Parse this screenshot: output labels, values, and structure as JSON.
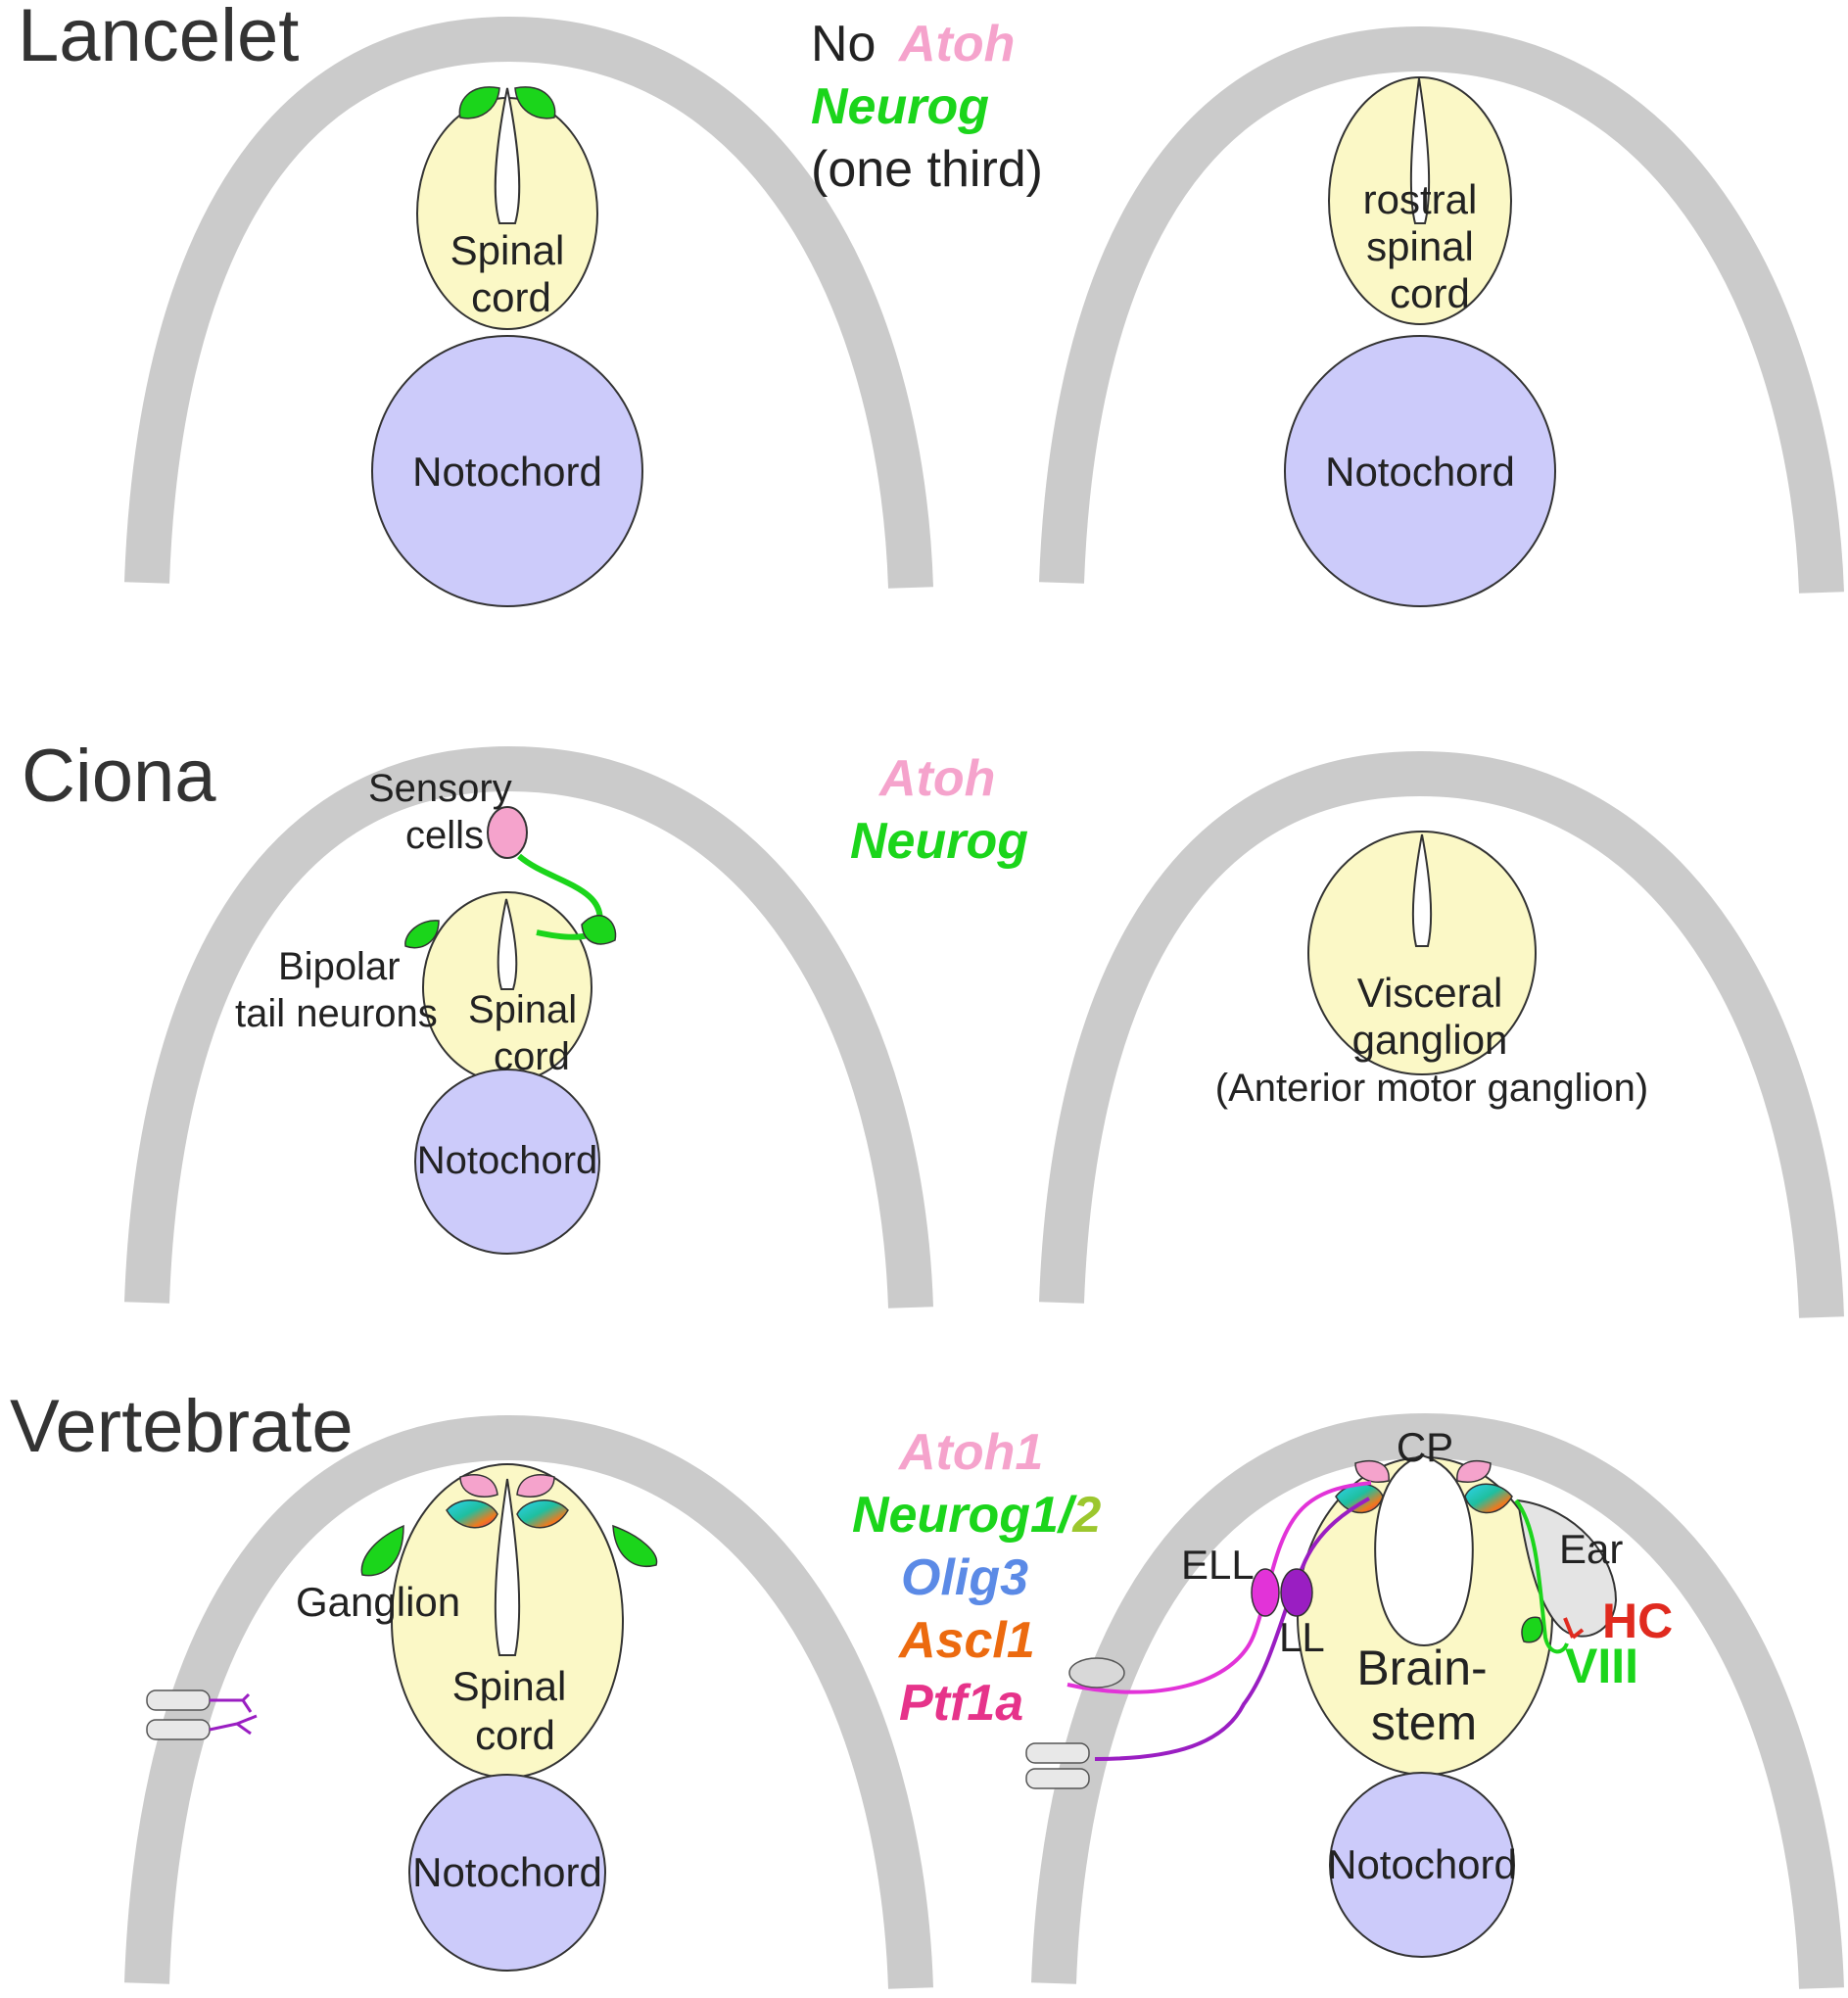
{
  "colors": {
    "body_wall": "#cbcbcb",
    "spinal_fill": "#fbf8c6",
    "notochord_fill": "#cccbfa",
    "green": "#1bd51b",
    "pink": "#f5a3cc",
    "magenta": "#e233d8",
    "purple": "#9a1ec2",
    "red": "#e02a1f",
    "blue": "#5b8ae6",
    "orange": "#ec6a0f",
    "hot_pink": "#e6338a",
    "yellow_green": "#9cc72e"
  },
  "lancelet": {
    "title": "Lancelet",
    "note_prefix": "No",
    "note_atoh": "Atoh",
    "note_neurog": "Neurog",
    "note_third": "(one third)",
    "left": {
      "spinal_line1": "Spinal",
      "spinal_line2": "cord",
      "notochord": "Notochord"
    },
    "right": {
      "line1": "rostral",
      "line2": "spinal",
      "line3": "cord",
      "notochord": "Notochord"
    }
  },
  "ciona": {
    "title": "Ciona",
    "atoh": "Atoh",
    "neurog": "Neurog",
    "left": {
      "sensory_line1": "Sensory",
      "sensory_line2": "cells",
      "bipolar_line1": "Bipolar",
      "bipolar_line2": "tail neurons",
      "spinal_line1": "Spinal",
      "spinal_line2": "cord",
      "notochord": "Notochord"
    },
    "right": {
      "line1": "Visceral",
      "line2": "ganglion",
      "line3": "(Anterior motor ganglion)"
    }
  },
  "vertebrate": {
    "title": "Vertebrate",
    "genes": {
      "atoh1": "Atoh1",
      "neurog_a": "Neurog1",
      "neurog_slash": "/",
      "neurog_b": "2",
      "olig3": "Olig3",
      "ascl1": "Ascl1",
      "ptf1a": "Ptf1a"
    },
    "left": {
      "ganglion": "Ganglion",
      "spinal_line1": "Spinal",
      "spinal_line2": "cord",
      "notochord": "Notochord"
    },
    "right": {
      "cp": "CP",
      "ell": "ELL",
      "ll": "LL",
      "ear": "Ear",
      "hc": "HC",
      "viii": "VIII",
      "brain_line1": "Brain-",
      "brain_line2": "stem",
      "notochord": "Notochord"
    }
  }
}
